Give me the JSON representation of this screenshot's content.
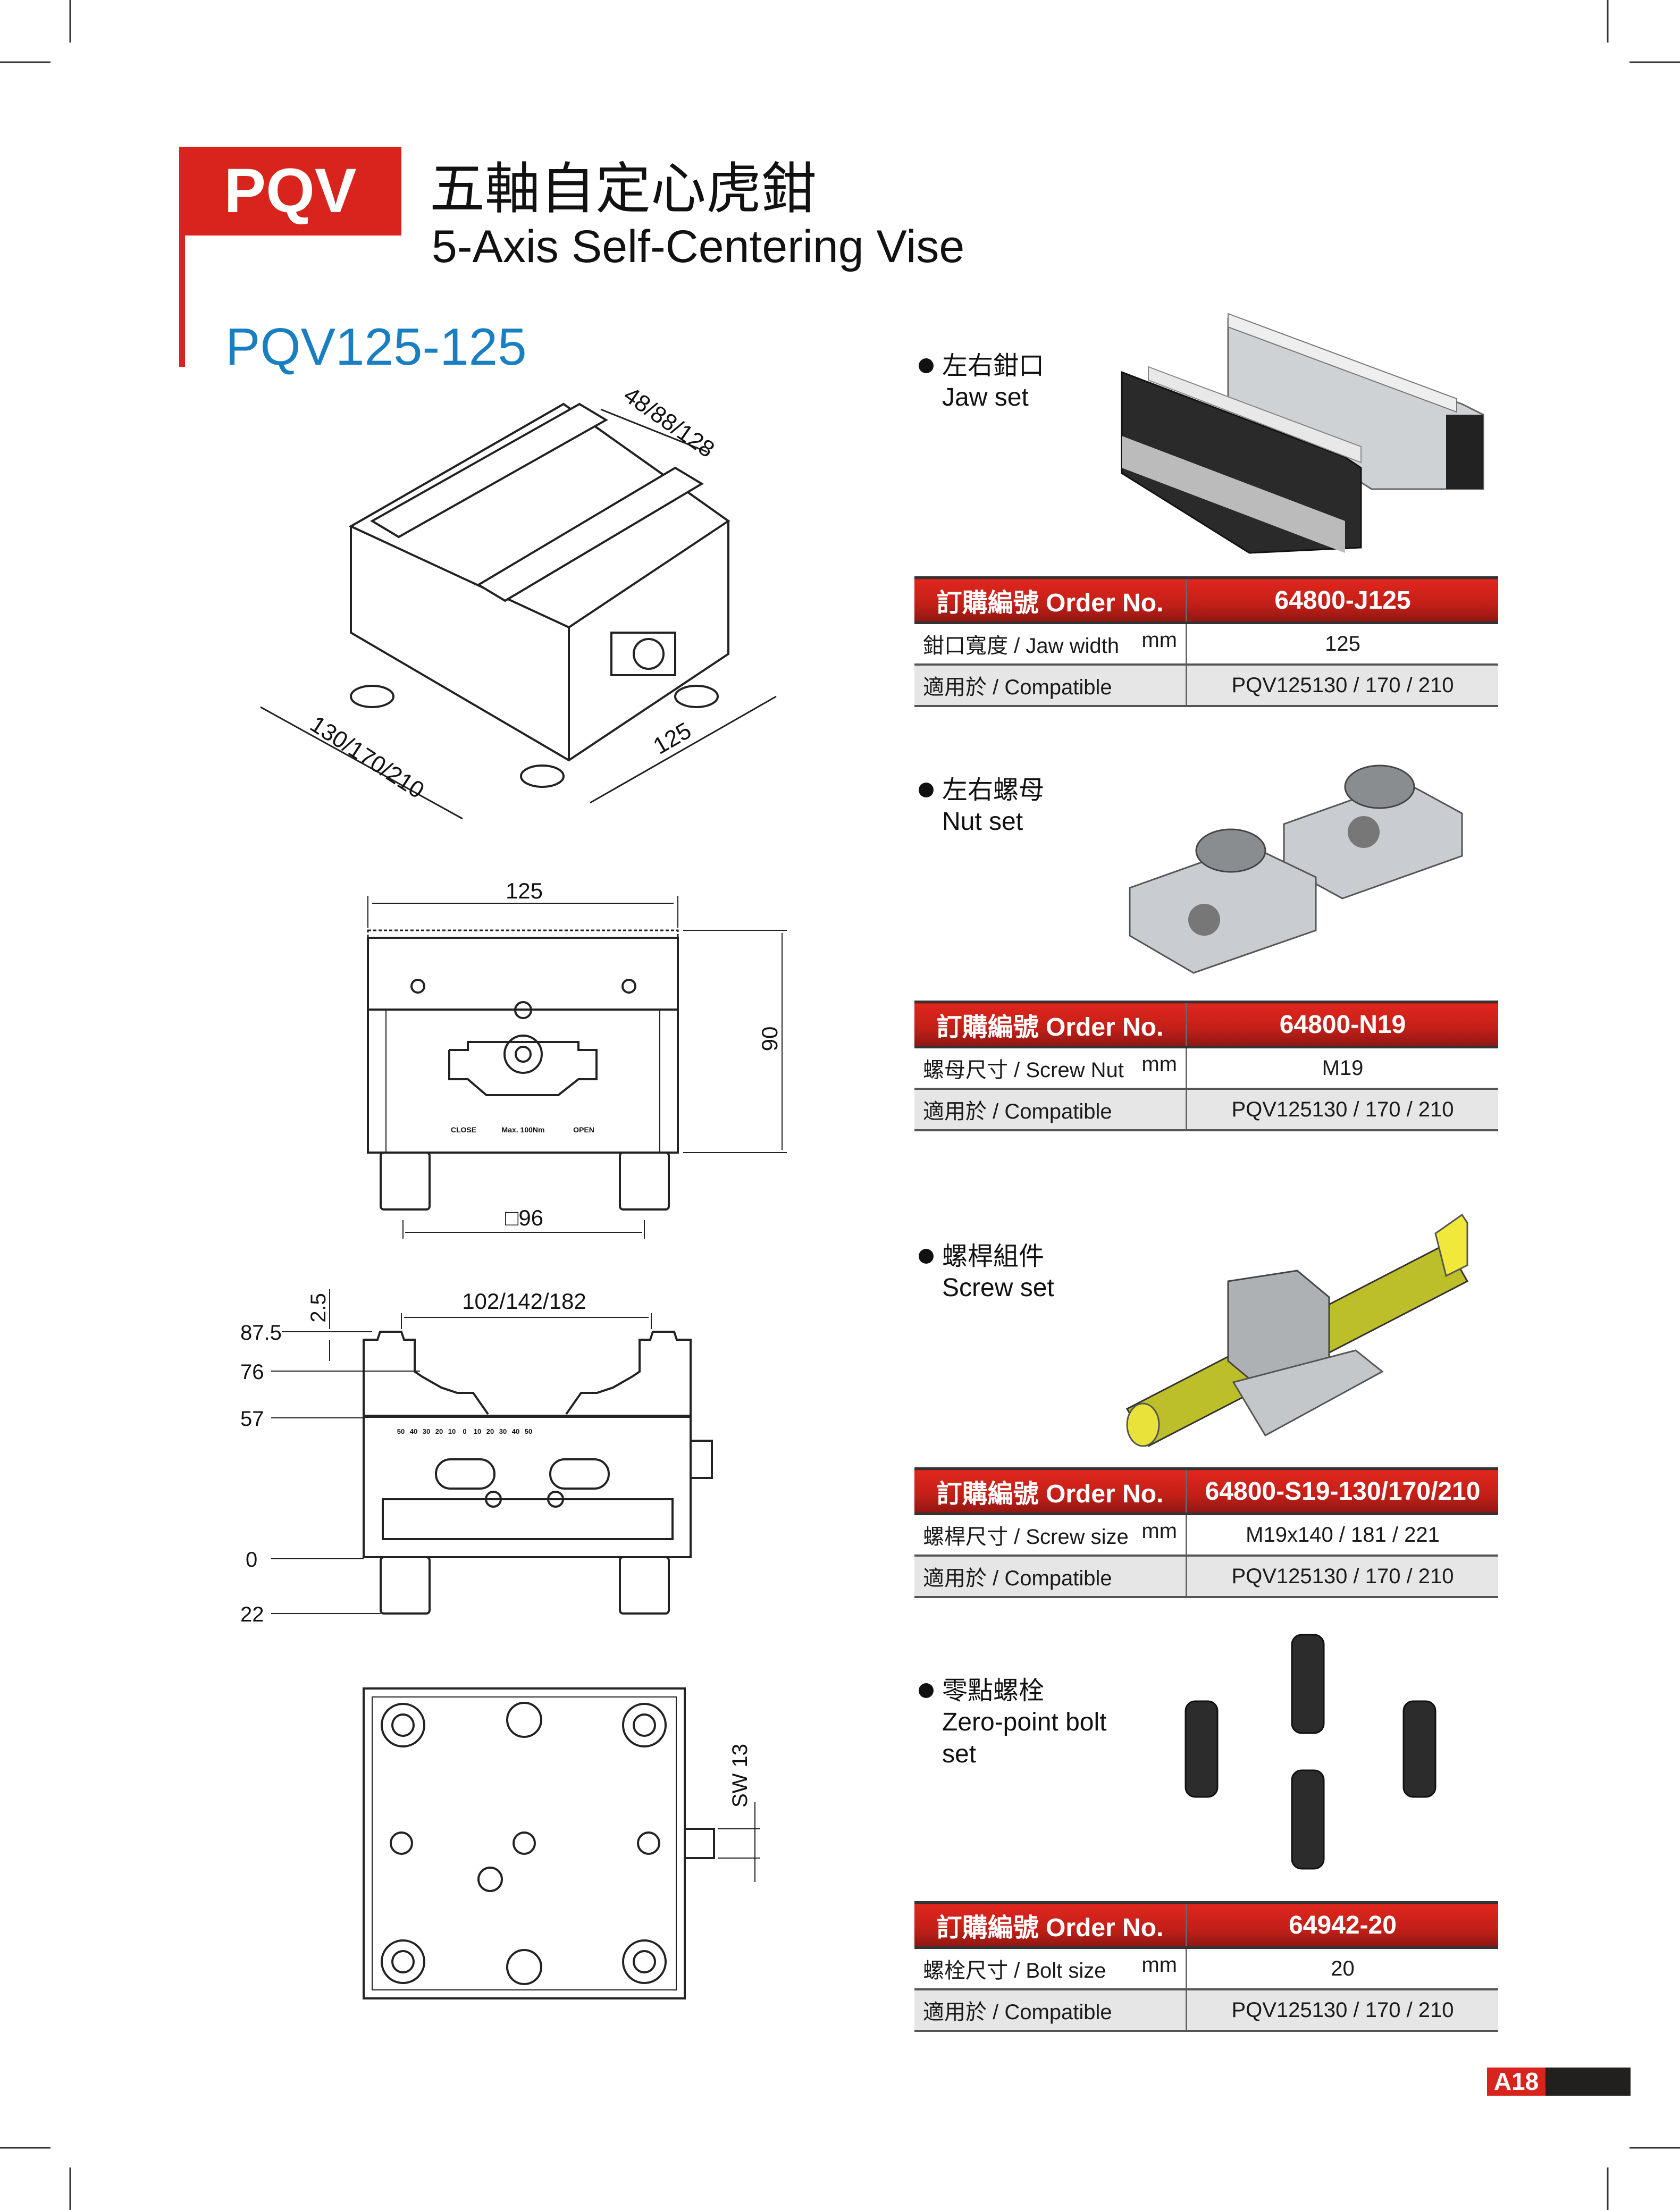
{
  "header": {
    "badge": "PQV",
    "title_cn": "五軸自定心虎鉗",
    "title_en": "5-Axis Self-Centering Vise",
    "model": "PQV125-125"
  },
  "drawings": {
    "iso": {
      "jaw_dim": "48/88/128",
      "length_dim": "130/170/210",
      "width_dim": "125"
    },
    "front": {
      "width": "125",
      "height": "90",
      "bolt_spacing": "□96",
      "close": "CLOSE",
      "open": "OPEN",
      "torque": "Max. 100Nm"
    },
    "side": {
      "span": "102/142/182",
      "offset": "2.5",
      "levels": [
        "87.5",
        "76",
        "57",
        "0",
        "22"
      ],
      "scale": [
        "50",
        "40",
        "30",
        "20",
        "10",
        "0",
        "10",
        "20",
        "30",
        "40",
        "50"
      ]
    },
    "bottom": {
      "wrench": "SW 13"
    }
  },
  "products": [
    {
      "name_cn": "左右鉗口",
      "name_en": "Jaw set",
      "order_label": "訂購編號 Order No.",
      "order_no": "64800-J125",
      "spec_label": "鉗口寬度 / Jaw width",
      "unit": "mm",
      "spec_value": "125",
      "compat_label": "適用於 / Compatible",
      "compat_value": "PQV125130 / 170 / 210"
    },
    {
      "name_cn": "左右螺母",
      "name_en": "Nut set",
      "order_label": "訂購編號 Order No.",
      "order_no": "64800-N19",
      "spec_label": "螺母尺寸 / Screw Nut",
      "unit": "mm",
      "spec_value": "M19",
      "compat_label": "適用於 / Compatible",
      "compat_value": "PQV125130 / 170 / 210"
    },
    {
      "name_cn": "螺桿組件",
      "name_en": "Screw set",
      "order_label": "訂購編號 Order No.",
      "order_no": "64800-S19-130/170/210",
      "spec_label": "螺桿尺寸 / Screw size",
      "unit": "mm",
      "spec_value": "M19x140 / 181 / 221",
      "compat_label": "適用於 / Compatible",
      "compat_value": "PQV125130 / 170 / 210"
    },
    {
      "name_cn": "零點螺栓",
      "name_en": "Zero-point bolt set",
      "order_label": "訂購編號 Order No.",
      "order_no": "64942-20",
      "spec_label": "螺栓尺寸 / Bolt size",
      "unit": "mm",
      "spec_value": "20",
      "compat_label": "適用於 / Compatible",
      "compat_value": "PQV125130 / 170 / 210"
    }
  ],
  "footer": {
    "page": "A18"
  },
  "colors": {
    "brand_red": "#d8241c",
    "model_blue": "#1a7fc1"
  }
}
